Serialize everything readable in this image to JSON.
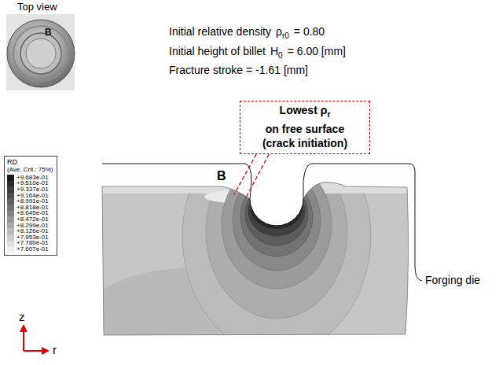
{
  "diagram": {
    "nodes": [
      {
        "text": [
          "Lowest",
          "ρ",
          "r",
          "on free surface",
          "(crack initiation)"
        ]
      }
    ],
    "labels": [
      "Top view",
      "B",
      "Initial relative density",
      "ρ",
      "r0",
      "= 0.80",
      "Initial height of billet",
      "H",
      "0",
      "= 6.00 [mm]",
      "Fracture stroke = -1.61 [mm]",
      "RD",
      "(Ave. Crit.: 75%)",
      "B",
      "Forging die",
      "z",
      "r"
    ],
    "legend": [
      {
        "text": "+9.683e-01",
        "color": "#1a1a1a"
      },
      {
        "text": "+9.510e-01",
        "color": "#2c2c2c"
      },
      {
        "text": "+9.337e-01",
        "color": "#3e3e3e"
      },
      {
        "text": "+9.164e-01",
        "color": "#505050"
      },
      {
        "text": "+8.991e-01",
        "color": "#616161"
      },
      {
        "text": "+8.818e-01",
        "color": "#737373"
      },
      {
        "text": "+8.645e-01",
        "color": "#858585"
      },
      {
        "text": "+8.472e-01",
        "color": "#979797"
      },
      {
        "text": "+8.299e-01",
        "color": "#a9a9a9"
      },
      {
        "text": "+8.126e-01",
        "color": "#bbbbbb"
      },
      {
        "text": "+7.953e-01",
        "color": "#cccccc"
      },
      {
        "text": "+7.780e-01",
        "color": "#dedede"
      },
      {
        "text": "+7.607e-01",
        "color": "#f0f0f0"
      }
    ]
  }
}
